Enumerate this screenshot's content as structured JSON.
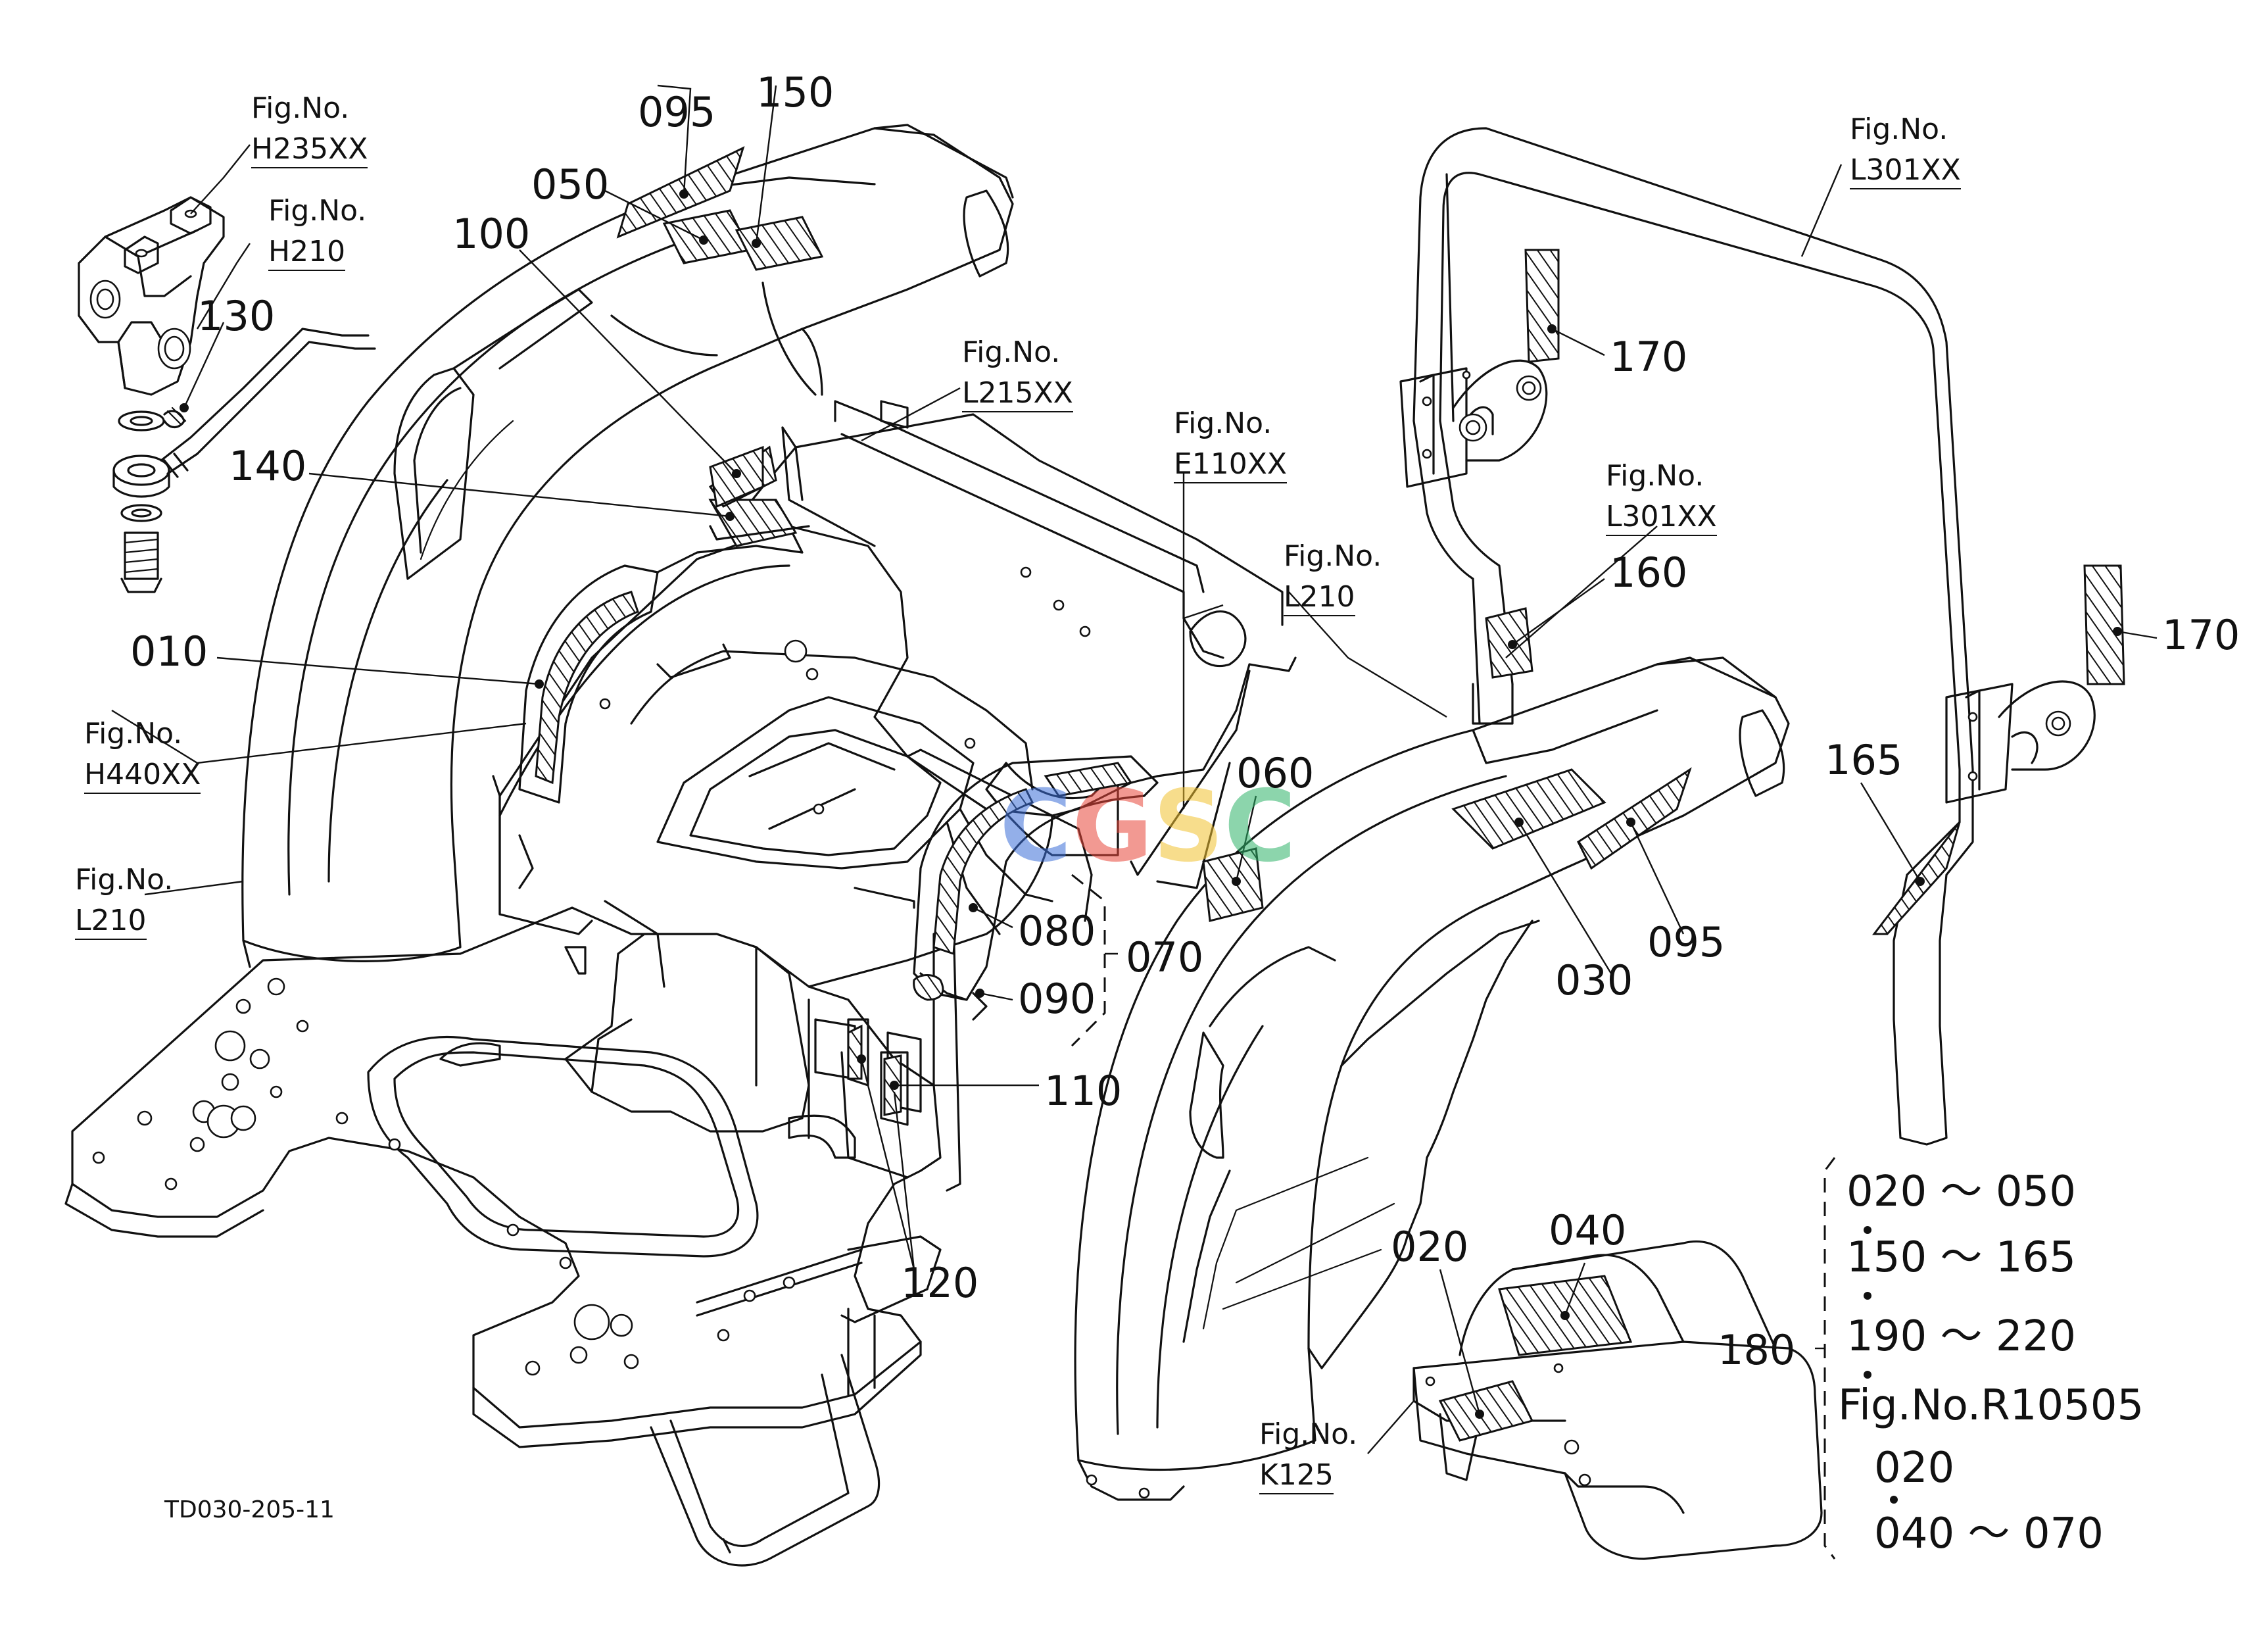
{
  "drawing_code": "TD030-205-11",
  "watermark": {
    "letters": [
      "C",
      "G",
      "S",
      "C"
    ],
    "colors": [
      "#3b6fd8",
      "#e8463a",
      "#f2c230",
      "#2fb36a"
    ]
  },
  "fig_refs": [
    {
      "id": "h235",
      "line1": "Fig.No.",
      "line2": "H235XX"
    },
    {
      "id": "h210",
      "line1": "Fig.No.",
      "line2": "H210"
    },
    {
      "id": "h440",
      "line1": "Fig.No.",
      "line2": "H440XX"
    },
    {
      "id": "l210a",
      "line1": "Fig.No.",
      "line2": "L210"
    },
    {
      "id": "l215",
      "line1": "Fig.No.",
      "line2": "L215XX"
    },
    {
      "id": "e110",
      "line1": "Fig.No.",
      "line2": "E110XX"
    },
    {
      "id": "l210b",
      "line1": "Fig.No.",
      "line2": "L210"
    },
    {
      "id": "l301a",
      "line1": "Fig.No.",
      "line2": "L301XX"
    },
    {
      "id": "l301b",
      "line1": "Fig.No.",
      "line2": "L301XX"
    },
    {
      "id": "k125",
      "line1": "Fig.No.",
      "line2": "K125"
    }
  ],
  "part_numbers": [
    {
      "id": "p095a",
      "text": "095"
    },
    {
      "id": "p150",
      "text": "150"
    },
    {
      "id": "p050",
      "text": "050"
    },
    {
      "id": "p100",
      "text": "100"
    },
    {
      "id": "p130",
      "text": "130"
    },
    {
      "id": "p140",
      "text": "140"
    },
    {
      "id": "p010",
      "text": "010"
    },
    {
      "id": "p060",
      "text": "060"
    },
    {
      "id": "p080",
      "text": "080"
    },
    {
      "id": "p070",
      "text": "070"
    },
    {
      "id": "p090",
      "text": "090"
    },
    {
      "id": "p110",
      "text": "110"
    },
    {
      "id": "p120",
      "text": "120"
    },
    {
      "id": "p170a",
      "text": "170"
    },
    {
      "id": "p160",
      "text": "160"
    },
    {
      "id": "p170b",
      "text": "170"
    },
    {
      "id": "p165",
      "text": "165"
    },
    {
      "id": "p030",
      "text": "030"
    },
    {
      "id": "p095b",
      "text": "095"
    },
    {
      "id": "p020",
      "text": "020"
    },
    {
      "id": "p040",
      "text": "040"
    },
    {
      "id": "p180",
      "text": "180"
    }
  ],
  "kit_note": {
    "lines": [
      {
        "text": "020 ～ 050"
      },
      {
        "text": "150 ～ 165"
      },
      {
        "text": "190 ～ 220"
      },
      {
        "text": "Fig.No.R10505"
      },
      {
        "text": "020"
      },
      {
        "text": "040 ～ 070"
      }
    ]
  }
}
